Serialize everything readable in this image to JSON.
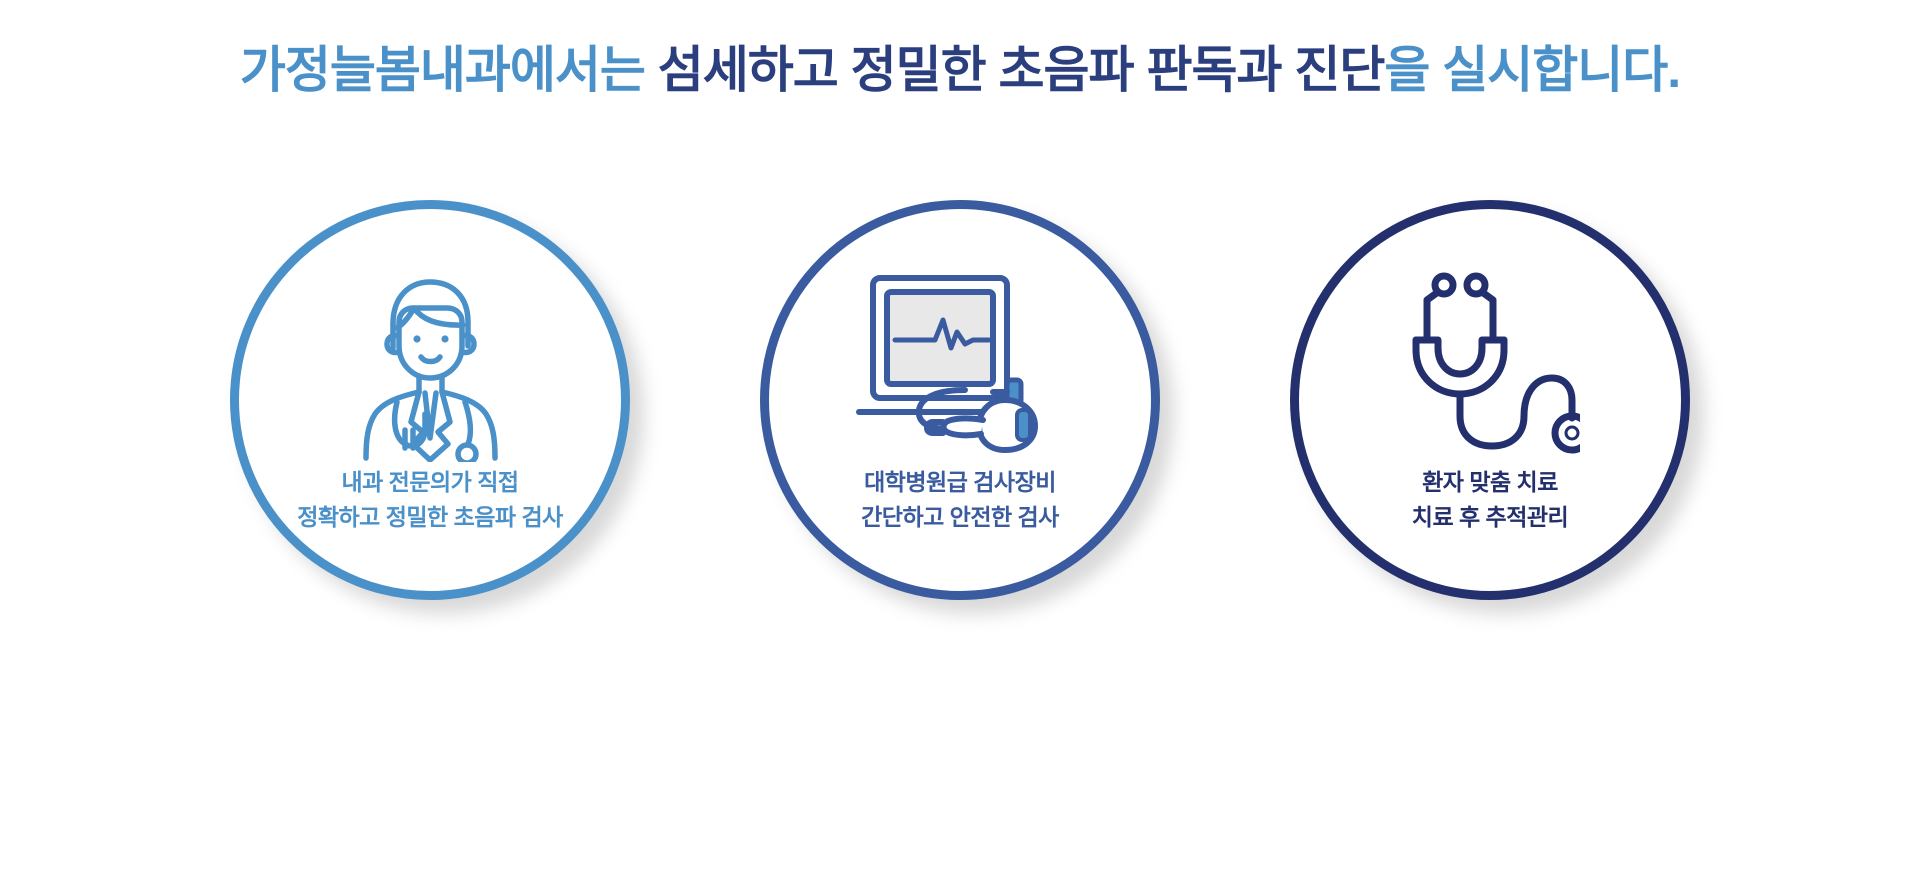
{
  "headline": {
    "segment_1": "가정늘봄내과에서는 ",
    "segment_2": "섬세하고 정밀한 초음파 판독과 진단",
    "segment_3": "을 실시합니다.",
    "color_light": "#4a90c9",
    "color_dark": "#2b3f7e"
  },
  "cards": [
    {
      "icon_name": "doctor-icon",
      "accent_color": "#4a90c9",
      "caption_line_1": "내과 전문의가 직접",
      "caption_line_2": "정확하고 정밀한 초음파 검사"
    },
    {
      "icon_name": "ultrasound-machine-icon",
      "accent_color": "#3a5ba0",
      "caption_line_1": "대학병원급 검사장비",
      "caption_line_2": "간단하고 안전한 검사"
    },
    {
      "icon_name": "stethoscope-icon",
      "accent_color": "#24306e",
      "caption_line_1": "환자 맞춤 치료",
      "caption_line_2": "치료 후 추적관리"
    }
  ]
}
